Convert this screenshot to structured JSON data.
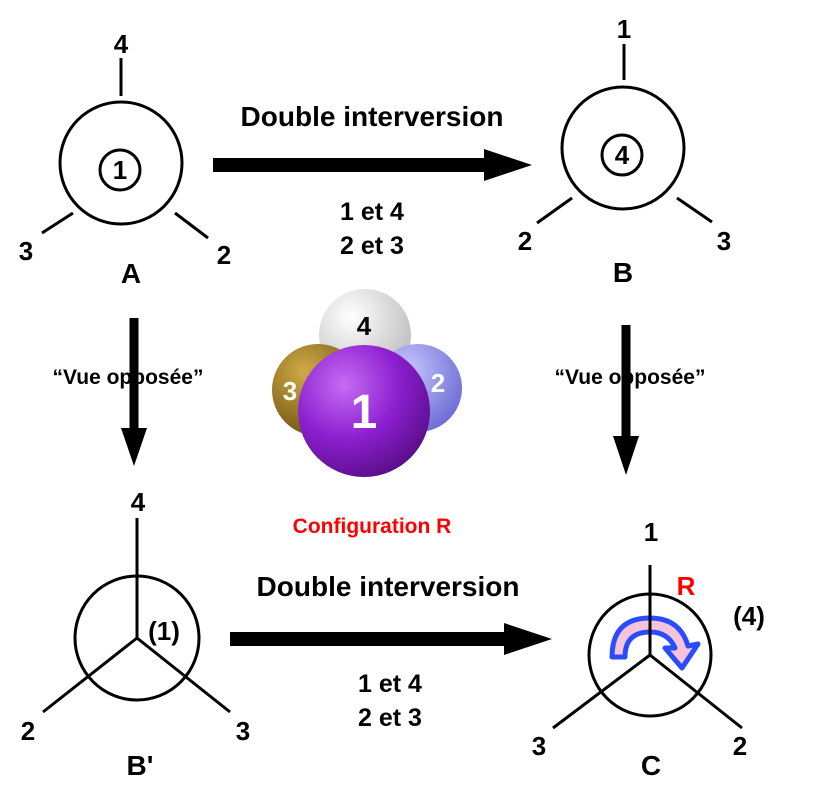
{
  "arrows": {
    "top_title": "Double interversion",
    "top_swap_1": "1 et 4",
    "top_swap_2": "2 et 3",
    "bottom_title": "Double interversion",
    "bottom_swap_1": "1 et 4",
    "bottom_swap_2": "2 et 3",
    "left_label": "“Vue opposée”",
    "right_label": "“Vue opposée”"
  },
  "projection_a": {
    "name": "A",
    "front": "1",
    "top": "4",
    "left": "3",
    "right": "2"
  },
  "projection_b": {
    "name": "B",
    "front": "4",
    "top": "1",
    "left": "2",
    "right": "3"
  },
  "projection_b_prime": {
    "name": "B'",
    "front": "(1)",
    "top": "4",
    "left": "2",
    "right": "3"
  },
  "projection_c": {
    "name": "C",
    "back": "(4)",
    "top": "1",
    "left": "3",
    "right": "2",
    "config_letter": "R"
  },
  "model": {
    "center": "1",
    "top": "4",
    "left": "3",
    "right": "2",
    "caption": "Configuration R"
  },
  "colors": {
    "accent_red": "#ff0000",
    "atom_1": "#9a2bd8",
    "atom_2": "#8c8ce8",
    "atom_3": "#9c7a22",
    "atom_4": "#f0f0f0",
    "rotation_arrow": "#2a4cff",
    "rotation_fill": "#f6c4da"
  }
}
